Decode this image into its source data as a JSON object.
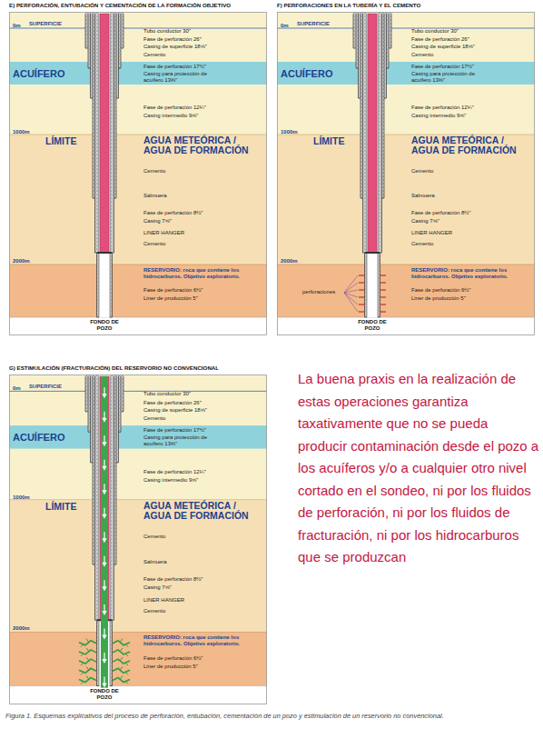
{
  "diagram": {
    "caption": "Figura 1. Esquemas explicativos del proceso de perforación, entubación, cementación de un pozo y estimulación de un reservorio no convencional.",
    "nodes": [
      {
        "text": [
          "E) PERFORACIÓN, ENTUBACIÓN Y CEMENTACIÓN DE LA FORMACIÓN OBJETIVO"
        ]
      },
      {
        "text": [
          "ACUÍFERO"
        ],
        "in": 0
      },
      {
        "text": [
          "RESERVORIO: roca que contiene los hidrocarburos. Objetivo exploratorio."
        ],
        "in": 0
      },
      {
        "text": [
          "F) PERFORACIONES EN LA TUBERÍA Y EL CEMENTO"
        ]
      },
      {
        "text": [
          "ACUÍFERO"
        ],
        "in": 3
      },
      {
        "text": [
          "RESERVORIO: roca que contiene los hidrocarburos. Objetivo exploratorio."
        ],
        "in": 3
      },
      {
        "text": [
          "G) ESTIMULACIÓN (FRACTURACIÓN) DEL RESERVORIO NO CONVENCIONAL"
        ]
      },
      {
        "text": [
          "ACUÍFERO"
        ],
        "in": 6
      },
      {
        "text": [
          "RESERVORIO: roca que contiene los hidrocarburos. Objetivo exploratorio."
        ],
        "in": 6
      }
    ],
    "labels": [
      "0m",
      "SUPERFICIE",
      "Tubo conductor 30\"",
      "Fase de perforación 26\"",
      "Casing de superficie 18⅝\"",
      "Cemento",
      "Fase de perforación 17½\"",
      "Casing para protección de acuífero 13⅜\"",
      "Fase de perforación 12¼\"",
      "Casing intermedio 9⅝\"",
      "1000m",
      "LÍMITE",
      "AGUA METEÓRICA / AGUA DE FORMACIÓN",
      "Cemento",
      "Salmuera",
      "Fase de perforación 8½\"",
      "Casing 7⅝\"",
      "LINER HANGER",
      "Cemento",
      "2000m",
      "Fase de perforación 6½\"",
      "Liner de producción 5\"",
      "FONDO DE POZO",
      "0m",
      "SUPERFICIE",
      "Tubo conductor 30\"",
      "Fase de perforación 26\"",
      "Casing de superficie 18⅝\"",
      "Cemento",
      "Fase de perforación 17½\"",
      "Casing para protección de acuífero 13⅜\"",
      "Fase de perforación 12¼\"",
      "Casing intermedio 9⅝\"",
      "1000m",
      "LÍMITE",
      "AGUA METEÓRICA / AGUA DE FORMACIÓN",
      "Cemento",
      "Salmuera",
      "Fase de perforación 8½\"",
      "Casing 7⅝\"",
      "LINER HANGER",
      "Cemento",
      "2000m",
      "Fase de perforación 6½\"",
      "Liner de producción 5\"",
      "FONDO DE POZO",
      "perforaciones",
      "0m",
      "SUPERFICIE",
      "Tubo conductor 30\"",
      "Fase de perforación 26\"",
      "Casing de superficie 18⅝\"",
      "Cemento",
      "Fase de perforación 17½\"",
      "Casing para protección de acuífero 13⅜\"",
      "Fase de perforación 12¼\"",
      "Casing intermedio 9⅝\"",
      "1000m",
      "LÍMITE",
      "AGUA METEÓRICA / AGUA DE FORMACIÓN",
      "Cemento",
      "Salmuera",
      "Fase de perforación 8½\"",
      "Casing 7⅝\"",
      "LINER HANGER",
      "Cemento",
      "2000m",
      "Fase de perforación 6½\"",
      "Liner de producción 5\"",
      "FONDO DE POZO",
      "La buena praxis en la realización de estas operaciones garantiza taxativamente que no se pueda producir contaminación desde el pozo a los acuíferos y/o a cualquier otro nivel cortado en el sondeo, ni por los fluidos de perforación, ni por los fluidos de fracturación, ni por los hidrocarburos que se produzcan"
    ]
  }
}
